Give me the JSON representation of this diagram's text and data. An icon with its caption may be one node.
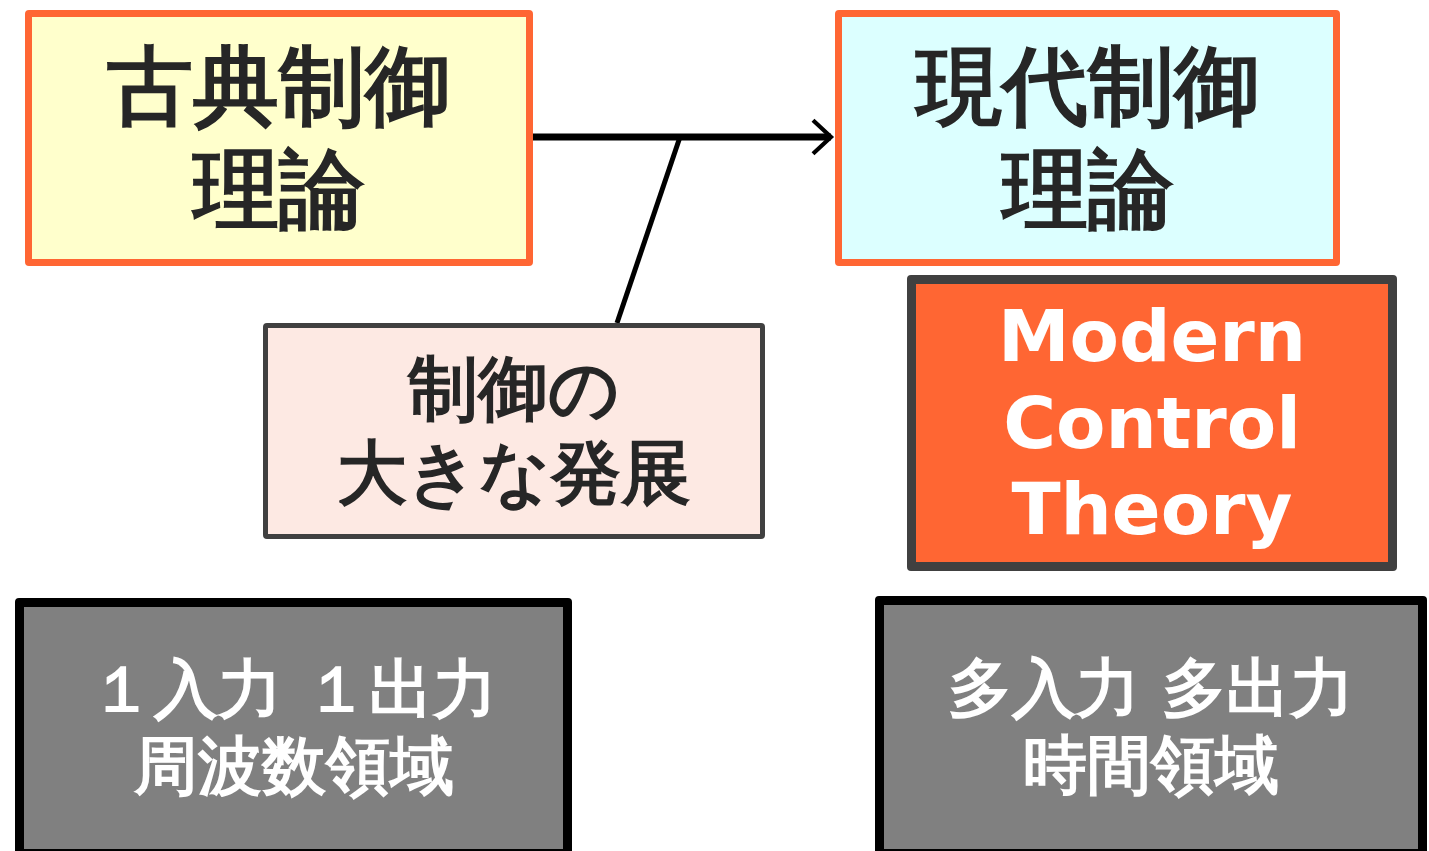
{
  "diagram": {
    "nodes": [
      {
        "text": [
          "古典制御理論"
        ]
      },
      {
        "text": [
          "現代制御理論"
        ]
      },
      {
        "text": [
          "制御の",
          "大きな発展"
        ]
      },
      {
        "text": [
          "Modern Control Theory"
        ]
      },
      {
        "text": [
          "１入力 １出力",
          "周波数領域"
        ]
      },
      {
        "text": [
          "多入力 多出力",
          "時間領域"
        ]
      }
    ],
    "edges": [
      {
        "from": 0,
        "to": 1,
        "arrow": "to"
      },
      {
        "from": 2,
        "to": null,
        "arrow": "none"
      }
    ]
  }
}
